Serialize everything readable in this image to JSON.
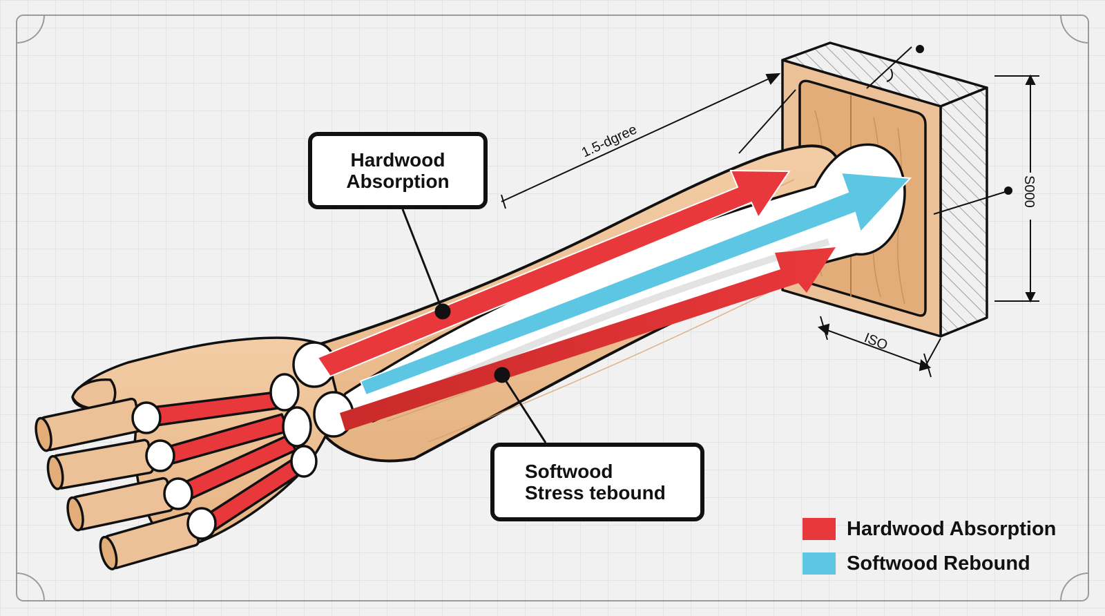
{
  "colors": {
    "background": "#f1f1f1",
    "grid": "#dcdcdc",
    "wood": "#ecc197",
    "wood_grain": "#d59c66",
    "bone": "#ffffff",
    "hardwood_red": "#e8383b",
    "softwood_blue": "#5cc6e3",
    "outline": "#111111"
  },
  "callouts": {
    "hardwood": {
      "lines": [
        "Hardwood",
        "Absorption"
      ]
    },
    "softwood": {
      "lines": [
        "Softwood",
        "Stress tebound"
      ]
    }
  },
  "dimensions": {
    "angle_label": "1.5-dgree",
    "width_label": "ISO",
    "height_label": "S000"
  },
  "legend": [
    {
      "label": "Hardwood Absorption",
      "color": "#e8383b"
    },
    {
      "label": "Softwood Rebound",
      "color": "#5cc6e3"
    }
  ]
}
